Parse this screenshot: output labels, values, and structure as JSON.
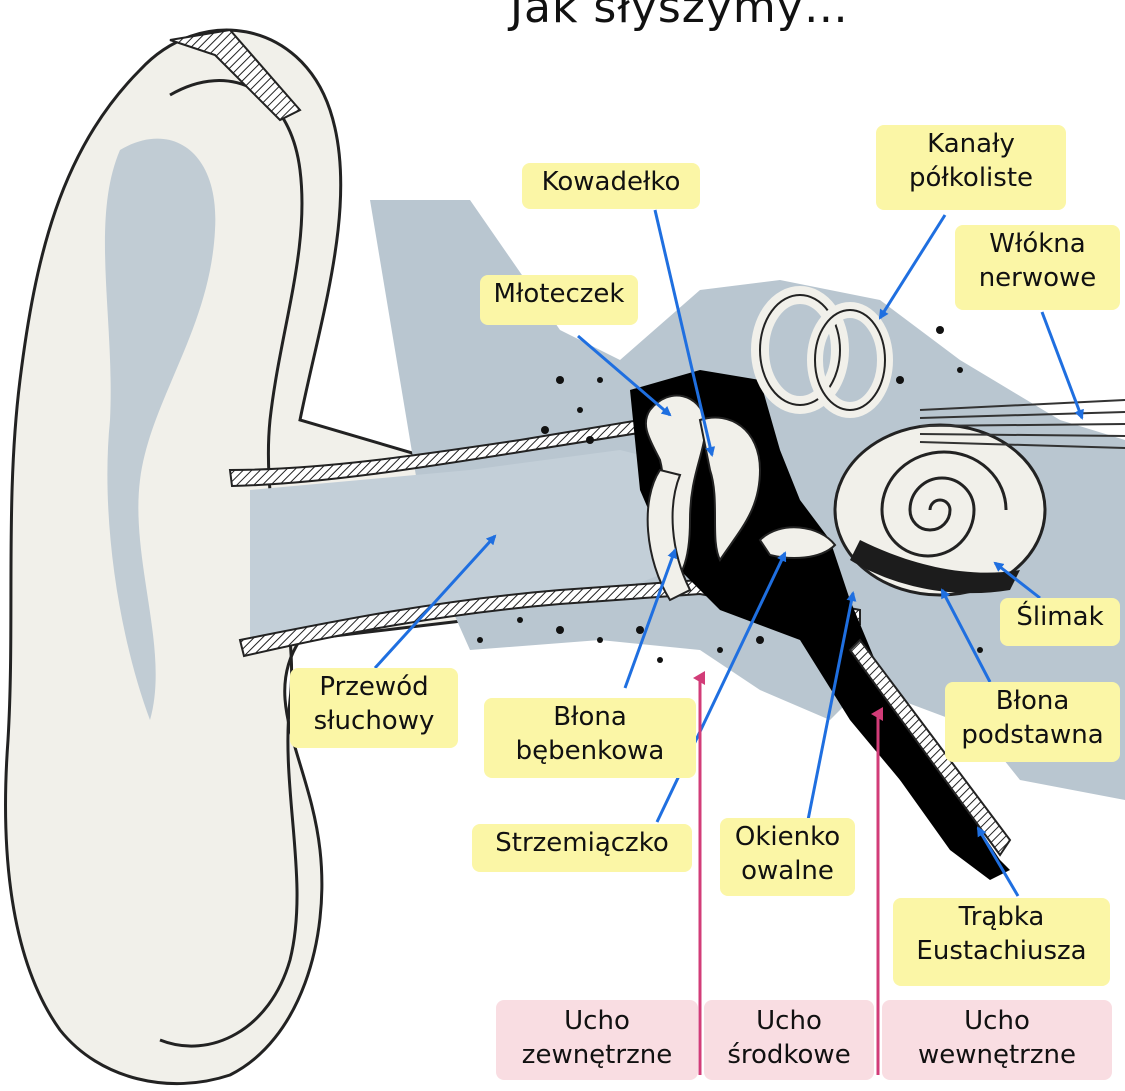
{
  "title": "Jak słyszymy…",
  "labels": {
    "kowadelko": "Kowadełko",
    "kanaly": "Kanały\npółkoliste",
    "wlokna": "Włókna\nnerwowe",
    "mloteczek": "Młoteczek",
    "przewod": "Przewód\nsłuchowy",
    "blona_bebenkowa": "Błona\nbębenkowa",
    "strzemiaczko": "Strzemiączko",
    "okienko": "Okienko\nowalne",
    "slimak": "Ślimak",
    "blona_podstawna": "Błona\npodstawna",
    "trabka": "Trąbka\nEustachiusza"
  },
  "sections": {
    "zewnetrzne": "Ucho\nzewnętrzne",
    "srodkowe": "Ucho\nśrodkowe",
    "wewnetrzne": "Ucho\nwewnętrzne"
  },
  "colors": {
    "label_bg": "#fbf6a6",
    "section_bg": "#f9dde2",
    "pointer_arrow": "#1f6fe0",
    "boundary_arrow": "#d23c78",
    "tissue": "#b9c6d0",
    "cavity": "#000000"
  }
}
